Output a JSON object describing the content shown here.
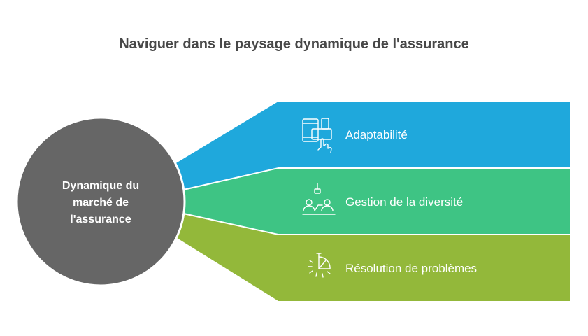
{
  "title": "Naviguer dans le paysage dynamique de l'assurance",
  "center": {
    "lines": [
      "Dynamique du",
      "marché de",
      "l'assurance"
    ]
  },
  "branches": [
    {
      "label": "Adaptabilité",
      "icon": "devices-touch-icon",
      "color": "#1fa8dc"
    },
    {
      "label": "Gestion de la diversité",
      "icon": "team-meeting-icon",
      "color": "#3ec484"
    },
    {
      "label": "Résolution de problèmes",
      "icon": "solution-spark-icon",
      "color": "#93b83a"
    }
  ],
  "colors": {
    "center": "#666666",
    "title": "#484848"
  }
}
